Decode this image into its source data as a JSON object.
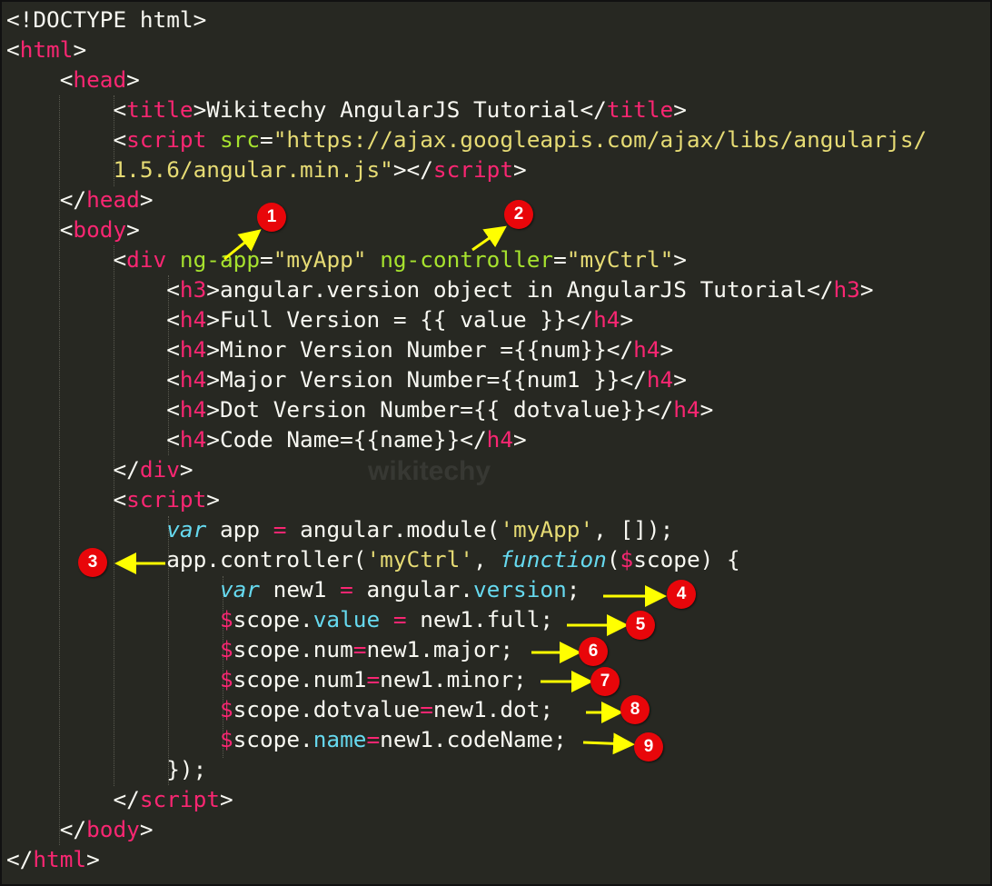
{
  "colors": {
    "background": "#272822",
    "tag": "#f92672",
    "attr": "#a6e22e",
    "string": "#e6db74",
    "keyword": "#66d9ef",
    "text": "#f8f8f2",
    "badge": "#e8060a",
    "arrow": "#ffff00"
  },
  "watermark": "wikitechy",
  "code": [
    [
      [
        "<!DOCTYPE html>",
        "w"
      ]
    ],
    [
      [
        "<",
        "w"
      ],
      [
        "html",
        "p"
      ],
      [
        ">",
        "w"
      ]
    ],
    [
      [
        "    <",
        "w"
      ],
      [
        "head",
        "p"
      ],
      [
        ">",
        "w"
      ]
    ],
    [
      [
        "        <",
        "w"
      ],
      [
        "title",
        "p"
      ],
      [
        ">Wikitechy AngularJS Tutorial</",
        "w"
      ],
      [
        "title",
        "p"
      ],
      [
        ">",
        "w"
      ]
    ],
    [
      [
        "        <",
        "w"
      ],
      [
        "script",
        "p"
      ],
      [
        " ",
        "w"
      ],
      [
        "src",
        "g"
      ],
      [
        "=",
        "w"
      ],
      [
        "\"https://ajax.googleapis.com/ajax/libs/angularjs/",
        "y"
      ]
    ],
    [
      [
        "        ",
        "w"
      ],
      [
        "1.5.6/angular.min.js\"",
        "y"
      ],
      [
        "></",
        "w"
      ],
      [
        "script",
        "p"
      ],
      [
        ">",
        "w"
      ]
    ],
    [
      [
        "    </",
        "w"
      ],
      [
        "head",
        "p"
      ],
      [
        ">",
        "w"
      ]
    ],
    [
      [
        "    <",
        "w"
      ],
      [
        "body",
        "p"
      ],
      [
        ">",
        "w"
      ]
    ],
    [
      [
        "        <",
        "w"
      ],
      [
        "div",
        "p"
      ],
      [
        " ",
        "w"
      ],
      [
        "ng-app",
        "g"
      ],
      [
        "=",
        "w"
      ],
      [
        "\"myApp\"",
        "y"
      ],
      [
        " ",
        "w"
      ],
      [
        "ng-controller",
        "g"
      ],
      [
        "=",
        "w"
      ],
      [
        "\"myCtrl\"",
        "y"
      ],
      [
        ">",
        "w"
      ]
    ],
    [
      [
        "            <",
        "w"
      ],
      [
        "h3",
        "p"
      ],
      [
        ">angular.version object in AngularJS Tutorial</",
        "w"
      ],
      [
        "h3",
        "p"
      ],
      [
        ">",
        "w"
      ]
    ],
    [
      [
        "            <",
        "w"
      ],
      [
        "h4",
        "p"
      ],
      [
        ">Full Version = {{ value }}</",
        "w"
      ],
      [
        "h4",
        "p"
      ],
      [
        ">",
        "w"
      ]
    ],
    [
      [
        "            <",
        "w"
      ],
      [
        "h4",
        "p"
      ],
      [
        ">Minor Version Number ={{num}}</",
        "w"
      ],
      [
        "h4",
        "p"
      ],
      [
        ">",
        "w"
      ]
    ],
    [
      [
        "            <",
        "w"
      ],
      [
        "h4",
        "p"
      ],
      [
        ">Major Version Number={{num1 }}</",
        "w"
      ],
      [
        "h4",
        "p"
      ],
      [
        ">",
        "w"
      ]
    ],
    [
      [
        "            <",
        "w"
      ],
      [
        "h4",
        "p"
      ],
      [
        ">Dot Version Number={{ dotvalue}}</",
        "w"
      ],
      [
        "h4",
        "p"
      ],
      [
        ">",
        "w"
      ]
    ],
    [
      [
        "            <",
        "w"
      ],
      [
        "h4",
        "p"
      ],
      [
        ">Code Name={{name}}</",
        "w"
      ],
      [
        "h4",
        "p"
      ],
      [
        ">",
        "w"
      ]
    ],
    [
      [
        "        </",
        "w"
      ],
      [
        "div",
        "p"
      ],
      [
        ">",
        "w"
      ]
    ],
    [
      [
        "        <",
        "w"
      ],
      [
        "script",
        "p"
      ],
      [
        ">",
        "w"
      ]
    ],
    [
      [
        "            ",
        "w"
      ],
      [
        "var",
        "c"
      ],
      [
        " app ",
        "w"
      ],
      [
        "=",
        "p"
      ],
      [
        " angular.module(",
        "w"
      ],
      [
        "'myApp'",
        "y"
      ],
      [
        ", []);",
        "w"
      ]
    ],
    [
      [
        "            app.controller(",
        "w"
      ],
      [
        "'myCtrl'",
        "y"
      ],
      [
        ", ",
        "w"
      ],
      [
        "function",
        "c"
      ],
      [
        "(",
        "w"
      ],
      [
        "$",
        "p"
      ],
      [
        "scope) {",
        "w"
      ]
    ],
    [
      [
        "                ",
        "w"
      ],
      [
        "var",
        "c"
      ],
      [
        " new1 ",
        "w"
      ],
      [
        "=",
        "p"
      ],
      [
        " angular.",
        "w"
      ],
      [
        "version",
        "cb"
      ],
      [
        ";",
        "w"
      ]
    ],
    [
      [
        "                ",
        "w"
      ],
      [
        "$",
        "p"
      ],
      [
        "scope.",
        "w"
      ],
      [
        "value",
        "cb"
      ],
      [
        " ",
        "w"
      ],
      [
        "=",
        "p"
      ],
      [
        " new1.full;",
        "w"
      ]
    ],
    [
      [
        "                ",
        "w"
      ],
      [
        "$",
        "p"
      ],
      [
        "scope.num",
        "w"
      ],
      [
        "=",
        "p"
      ],
      [
        "new1.major;",
        "w"
      ]
    ],
    [
      [
        "                ",
        "w"
      ],
      [
        "$",
        "p"
      ],
      [
        "scope.num1",
        "w"
      ],
      [
        "=",
        "p"
      ],
      [
        "new1.minor;",
        "w"
      ]
    ],
    [
      [
        "                ",
        "w"
      ],
      [
        "$",
        "p"
      ],
      [
        "scope.dotvalue",
        "w"
      ],
      [
        "=",
        "p"
      ],
      [
        "new1.dot;",
        "w"
      ]
    ],
    [
      [
        "                ",
        "w"
      ],
      [
        "$",
        "p"
      ],
      [
        "scope.",
        "w"
      ],
      [
        "name",
        "cb"
      ],
      [
        "=",
        "p"
      ],
      [
        "new1.codeName;",
        "w"
      ]
    ],
    [
      [
        "            });",
        "w"
      ]
    ],
    [
      [
        "        </",
        "w"
      ],
      [
        "script",
        "p"
      ],
      [
        ">",
        "w"
      ]
    ],
    [
      [
        "    </",
        "w"
      ],
      [
        "body",
        "p"
      ],
      [
        ">",
        "w"
      ]
    ],
    [
      [
        "</",
        "w"
      ],
      [
        "html",
        "p"
      ],
      [
        ">",
        "w"
      ]
    ]
  ],
  "annotations": [
    "1",
    "2",
    "3",
    "4",
    "5",
    "6",
    "7",
    "8",
    "9"
  ]
}
